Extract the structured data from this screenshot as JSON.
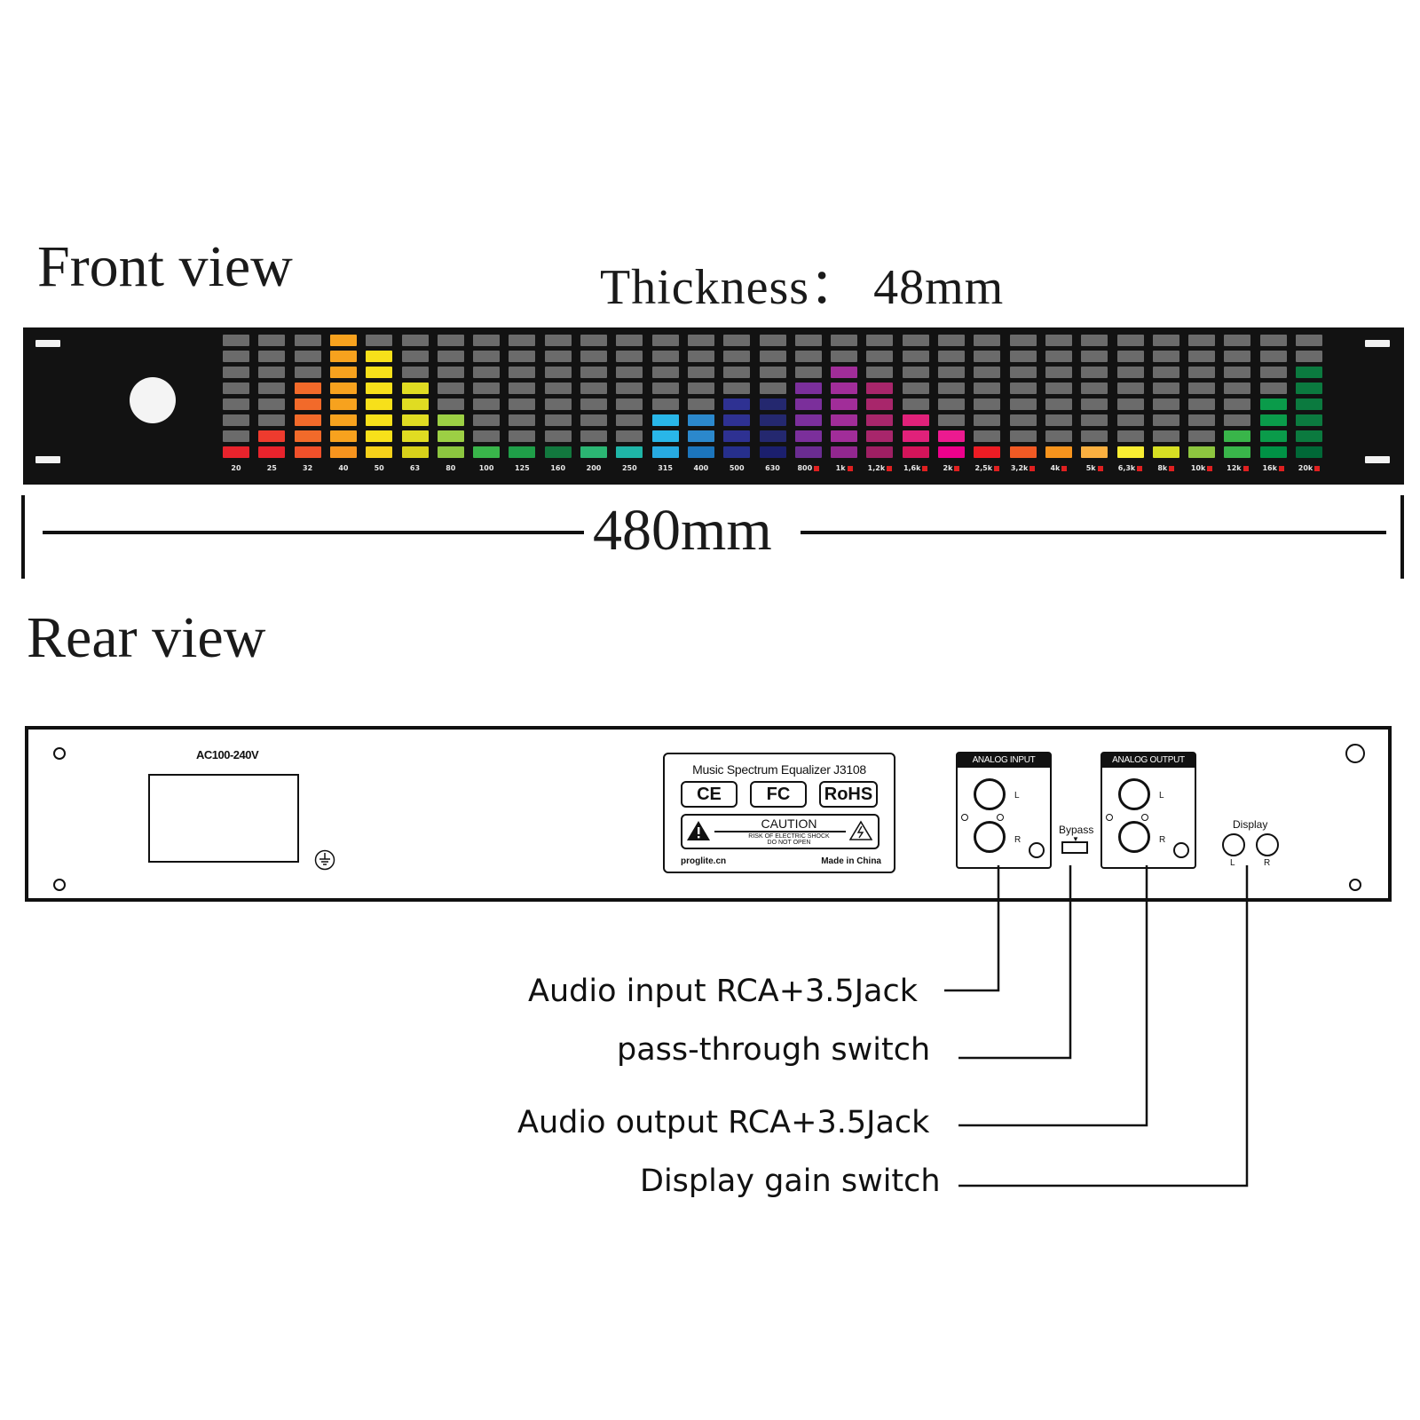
{
  "front_view": {
    "title": "Front view",
    "thickness_label": "Thickness： 48mm",
    "width_label": "480mm",
    "bands": [
      {
        "freq": "20",
        "lit": 1,
        "colors": [
          "#e8232c"
        ]
      },
      {
        "freq": "25",
        "lit": 2,
        "colors": [
          "#e8232c",
          "#ee3b2e"
        ]
      },
      {
        "freq": "32",
        "lit": 5,
        "colors": [
          "#f0502a",
          "#f26a2a",
          "#f26a2a",
          "#f26a2a",
          "#f26a2a"
        ]
      },
      {
        "freq": "40",
        "lit": 8,
        "colors": [
          "#f7941e",
          "#f7a21e",
          "#f7a21e",
          "#f7a21e",
          "#f7a21e",
          "#f7a21e",
          "#f7a21e",
          "#f7a21e"
        ]
      },
      {
        "freq": "50",
        "lit": 7,
        "colors": [
          "#f6d11a",
          "#f7e01a",
          "#f7e01a",
          "#f7e01a",
          "#f7e01a",
          "#f7e01a",
          "#f7e01a"
        ]
      },
      {
        "freq": "63",
        "lit": 5,
        "colors": [
          "#d8d11a",
          "#e0dc22",
          "#e0dc22",
          "#e0dc22",
          "#e0dc22"
        ]
      },
      {
        "freq": "80",
        "lit": 3,
        "colors": [
          "#8cc63f",
          "#9ccf44",
          "#9ccf44"
        ]
      },
      {
        "freq": "100",
        "lit": 1,
        "colors": [
          "#39b54a"
        ]
      },
      {
        "freq": "125",
        "lit": 1,
        "colors": [
          "#1f9e48"
        ]
      },
      {
        "freq": "160",
        "lit": 1,
        "colors": [
          "#12783e"
        ]
      },
      {
        "freq": "200",
        "lit": 1,
        "colors": [
          "#2bb673"
        ]
      },
      {
        "freq": "250",
        "lit": 1,
        "colors": [
          "#1fb5a7"
        ]
      },
      {
        "freq": "315",
        "lit": 3,
        "colors": [
          "#27aae1",
          "#29b6e8",
          "#29b6e8"
        ]
      },
      {
        "freq": "400",
        "lit": 3,
        "colors": [
          "#1c75bc",
          "#2b88cc",
          "#2b88cc"
        ]
      },
      {
        "freq": "500",
        "lit": 4,
        "colors": [
          "#262f8c",
          "#2e3192",
          "#2e3192",
          "#2e3192"
        ]
      },
      {
        "freq": "630",
        "lit": 4,
        "colors": [
          "#1b1f6e",
          "#24286f",
          "#24286f",
          "#24286f"
        ]
      },
      {
        "freq": "800",
        "lit": 5,
        "colors": [
          "#6a2c91",
          "#7b2f9b",
          "#7b2f9b",
          "#7b2f9b",
          "#7b2f9b"
        ]
      },
      {
        "freq": "1k",
        "lit": 6,
        "colors": [
          "#92278f",
          "#a12d99",
          "#a12d99",
          "#a12d99",
          "#a12d99",
          "#a12d99"
        ]
      },
      {
        "freq": "1,2k",
        "lit": 5,
        "colors": [
          "#9e1f63",
          "#a8266b",
          "#a8266b",
          "#a8266b",
          "#a8266b"
        ]
      },
      {
        "freq": "1,6k",
        "lit": 3,
        "colors": [
          "#d4145a",
          "#e0217a",
          "#e0217a"
        ]
      },
      {
        "freq": "2k",
        "lit": 2,
        "colors": [
          "#ec008c",
          "#ec1a90"
        ]
      },
      {
        "freq": "2,5k",
        "lit": 1,
        "colors": [
          "#ed1c24"
        ]
      },
      {
        "freq": "3,2k",
        "lit": 1,
        "colors": [
          "#f15a24"
        ]
      },
      {
        "freq": "4k",
        "lit": 1,
        "colors": [
          "#f7941d"
        ]
      },
      {
        "freq": "5k",
        "lit": 1,
        "colors": [
          "#fbb040"
        ]
      },
      {
        "freq": "6,3k",
        "lit": 1,
        "colors": [
          "#f9ed32"
        ]
      },
      {
        "freq": "8k",
        "lit": 1,
        "colors": [
          "#d7df23"
        ]
      },
      {
        "freq": "10k",
        "lit": 1,
        "colors": [
          "#8dc63f"
        ]
      },
      {
        "freq": "12k",
        "lit": 2,
        "colors": [
          "#39b54a",
          "#39b54a"
        ]
      },
      {
        "freq": "16k",
        "lit": 4,
        "colors": [
          "#009245",
          "#0a9b4a",
          "#0a9b4a",
          "#0a9b4a"
        ]
      },
      {
        "freq": "20k",
        "lit": 6,
        "colors": [
          "#006837",
          "#0b7a3f",
          "#0b7a3f",
          "#0b7a3f",
          "#0b7a3f",
          "#0b7a3f"
        ]
      }
    ],
    "rows_per_band": 8,
    "unlit_color": "#6b6b6b"
  },
  "rear_view": {
    "title": "Rear view",
    "power_label": "AC100-240V",
    "plate": {
      "title": "Music Spectrum Equalizer J3108",
      "cert_ce": "CE",
      "cert_fc": "FC",
      "cert_rohs": "RoHS",
      "caution": "CAUTION",
      "caution_line1": "RISK OF ELECTRIC SHOCK",
      "caution_line2": "DO NOT OPEN",
      "site": "proglite.cn",
      "made_in": "Made in China"
    },
    "analog_input": "ANALOG INPUT",
    "analog_output": "ANALOG OUTPUT",
    "left": "L",
    "right": "R",
    "bypass": "Bypass",
    "display": "Display"
  },
  "callouts": {
    "audio_input": "Audio input RCA+3.5Jack",
    "pass_through": "pass-through switch",
    "audio_output": "Audio output RCA+3.5Jack",
    "display_gain": "Display gain switch"
  }
}
